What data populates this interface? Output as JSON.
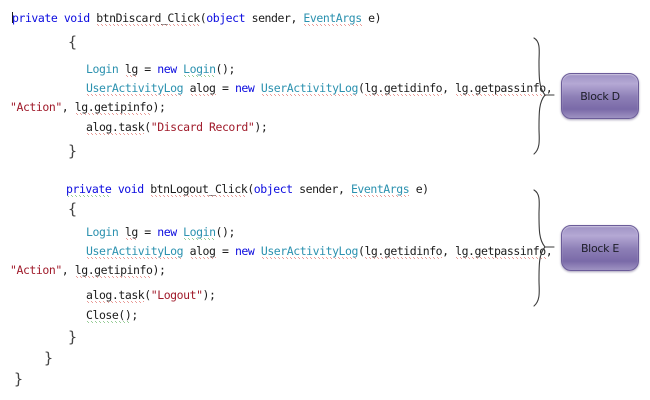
{
  "document": {
    "kind": "annotated-source-code-figure",
    "language": "C#"
  },
  "colors": {
    "keyword": "#0b0bdf",
    "type": "#2b91af",
    "string": "#a01b2b",
    "plain": "#1b1b1b",
    "squiggle_red": "#d3342c",
    "squiggle_green": "#2e9b2e",
    "block_fill": "#8d7fb6",
    "block_border": "#6b5c99",
    "background": "#ffffff"
  },
  "code": {
    "lines": [
      {
        "id": "l01",
        "text": "private void btnDiscard_Click(object sender, EventArgs e)"
      },
      {
        "id": "l02",
        "text": "{"
      },
      {
        "id": "l03",
        "text": "Login lg = new Login();"
      },
      {
        "id": "l04",
        "text": "UserActivityLog alog = new UserActivityLog(lg.getidinfo, lg.getpassinfo,"
      },
      {
        "id": "l05",
        "text": "\"Action\", lg.getipinfo);"
      },
      {
        "id": "l06",
        "text": "alog.task(\"Discard Record\");"
      },
      {
        "id": "l07",
        "text": "}"
      },
      {
        "id": "l08",
        "text": "private void btnLogout_Click(object sender, EventArgs e)"
      },
      {
        "id": "l09",
        "text": "{"
      },
      {
        "id": "l10",
        "text": "Login lg = new Login();"
      },
      {
        "id": "l11",
        "text": "UserActivityLog alog = new UserActivityLog(lg.getidinfo, lg.getpassinfo,"
      },
      {
        "id": "l12",
        "text": "\"Action\", lg.getipinfo);"
      },
      {
        "id": "l13",
        "text": "alog.task(\"Logout\");"
      },
      {
        "id": "l14",
        "text": "Close();"
      },
      {
        "id": "l15",
        "text": "}"
      },
      {
        "id": "l16",
        "text": "}"
      },
      {
        "id": "l17",
        "text": "}"
      }
    ],
    "tokens": {
      "kw_private": "private",
      "kw_void": "void",
      "kw_new": "new",
      "kw_object": "object",
      "type_eventargs": "EventArgs",
      "type_login": "Login",
      "type_useractivitylog": "UserActivityLog",
      "ident_btndiscard": "btnDiscard_Click",
      "ident_btnlogout": "btnLogout_Click",
      "ident_sender": "sender",
      "ident_e": "e",
      "ident_lg": "lg",
      "ident_alog": "alog",
      "member_getidinfo": "lg.getidinfo",
      "member_getpassinfo": "lg.getpassinfo",
      "member_getipinfo": "lg.getipinfo",
      "member_alogtask": "alog.task",
      "call_close": "Close()",
      "str_action": "\"Action\"",
      "str_discard_record": "\"Discard Record\"",
      "str_logout": "\"Logout\"",
      "brace_open": "{",
      "brace_close": "}",
      "paren_open": "(",
      "paren_close": ")",
      "paren_empty": "()",
      "semicolon": ";",
      "comma": ",",
      "equals": "=",
      "space": " "
    }
  },
  "annotations": {
    "blocks": [
      {
        "id": "block-d",
        "label": "Block D"
      },
      {
        "id": "block-e",
        "label": "Block E"
      }
    ]
  }
}
